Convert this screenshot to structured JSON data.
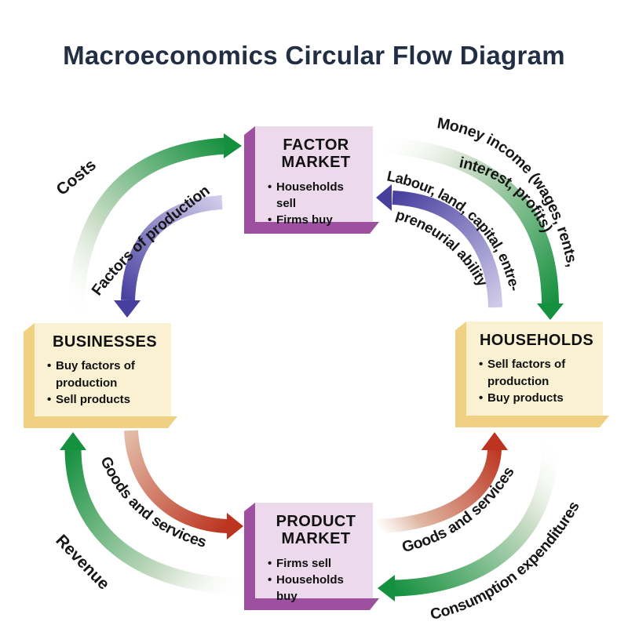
{
  "title": "Macroeconomics Circular Flow Diagram",
  "boxes": {
    "factor_market": {
      "heading": "FACTOR MARKET",
      "bullets": [
        "Households sell",
        "Firms buy"
      ]
    },
    "businesses": {
      "heading": "BUSINESSES",
      "bullets": [
        "Buy factors of production",
        "Sell products"
      ]
    },
    "households": {
      "heading": "HOUSEHOLDS",
      "bullets": [
        "Sell factors of production",
        "Buy products"
      ]
    },
    "product_market": {
      "heading": "PRODUCT MARKET",
      "bullets": [
        "Firms sell",
        "Households buy"
      ]
    }
  },
  "flows": {
    "costs": {
      "label": "Costs",
      "from": "Businesses",
      "to": "Factor Market",
      "color": "#14903e"
    },
    "factors_of_production": {
      "label": "Factors of production",
      "from": "Factor Market",
      "to": "Businesses",
      "color": "#473e9e"
    },
    "money_income": {
      "label_line1": "Money income (wages, rents,",
      "label_line2": "interest, profits)",
      "from": "Factor Market",
      "to": "Households",
      "color": "#14903e"
    },
    "labour": {
      "label_line1": "Labour, land, capital, entre-",
      "label_line2": "preneurial ability",
      "from": "Households",
      "to": "Factor Market",
      "color": "#473e9e"
    },
    "goods_services_left": {
      "label": "Goods and services",
      "from": "Businesses",
      "to": "Product Market",
      "color": "#bc3420"
    },
    "revenue": {
      "label": "Revenue",
      "from": "Product Market",
      "to": "Businesses",
      "color": "#14903e"
    },
    "goods_services_right": {
      "label": "Goods and services",
      "from": "Product Market",
      "to": "Households",
      "color": "#bc3420"
    },
    "consumption_expenditures": {
      "label": "Consumption expenditures",
      "from": "Households",
      "to": "Product Market",
      "color": "#14903e"
    }
  },
  "colors": {
    "background": "#ffffff",
    "title_text": "#222e44",
    "green_arrow": "#14903e",
    "purple_arrow": "#473e9e",
    "red_arrow": "#bc3420",
    "market_box_face": "#ecd9ec",
    "market_box_edge": "#9d4fa0",
    "sector_box_face": "#faf1d3",
    "sector_box_edge": "#f0d083"
  }
}
